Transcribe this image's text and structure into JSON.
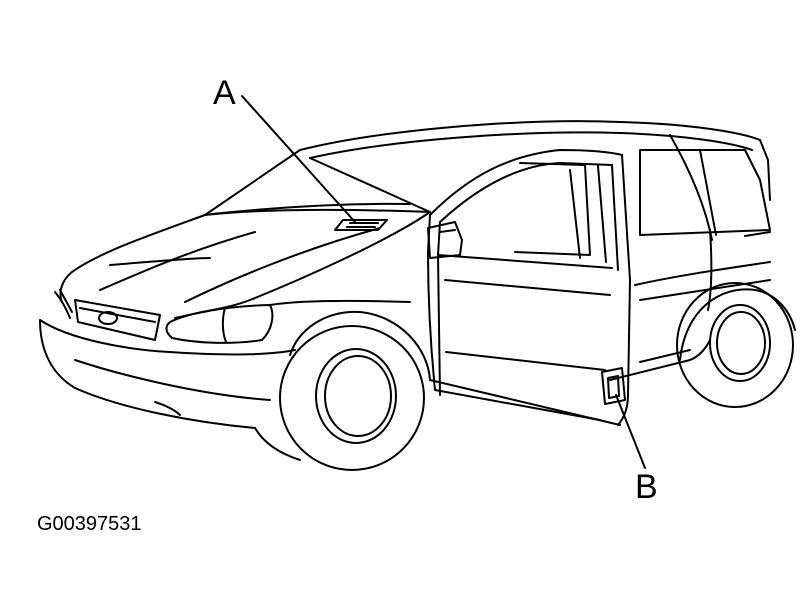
{
  "callouts": {
    "a": "A",
    "b": "B"
  },
  "figure_id": "G00397531",
  "colors": {
    "ink": "#000000",
    "paper": "#ffffff"
  }
}
